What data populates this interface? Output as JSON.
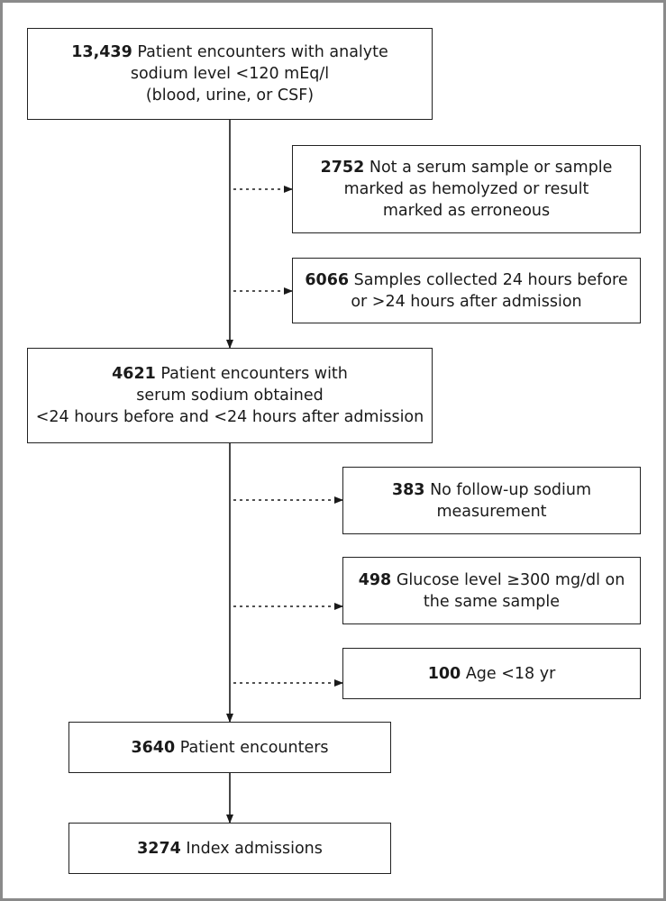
{
  "boxes": {
    "initial": {
      "count": "13,439",
      "lines": [
        "Patient encounters with analyte",
        "sodium level <120 mEq/l",
        "(blood, urine, or CSF)"
      ]
    },
    "exclusion_serum": {
      "count": "2752",
      "lines": [
        "Not a serum sample or sample",
        "marked as hemolyzed or result",
        "marked as erroneous"
      ]
    },
    "exclusion_timing": {
      "count": "6066",
      "lines": [
        "Samples collected 24 hours before",
        "or >24 hours after admission"
      ]
    },
    "serum_window": {
      "count": "4621",
      "lines": [
        "Patient encounters with",
        "serum sodium obtained",
        "<24 hours before and <24 hours after admission"
      ]
    },
    "exclusion_followup": {
      "count": "383",
      "lines": [
        "No follow-up sodium",
        "measurement"
      ]
    },
    "exclusion_glucose": {
      "count": "498",
      "lines": [
        "Glucose level ≥300 mg/dl on",
        "the same sample"
      ]
    },
    "exclusion_age": {
      "count": "100",
      "lines": [
        "Age <18 yr"
      ]
    },
    "encounters": {
      "count": "3640",
      "lines": [
        "Patient encounters"
      ]
    },
    "index_admissions": {
      "count": "3274",
      "lines": [
        "Index admissions"
      ]
    }
  }
}
